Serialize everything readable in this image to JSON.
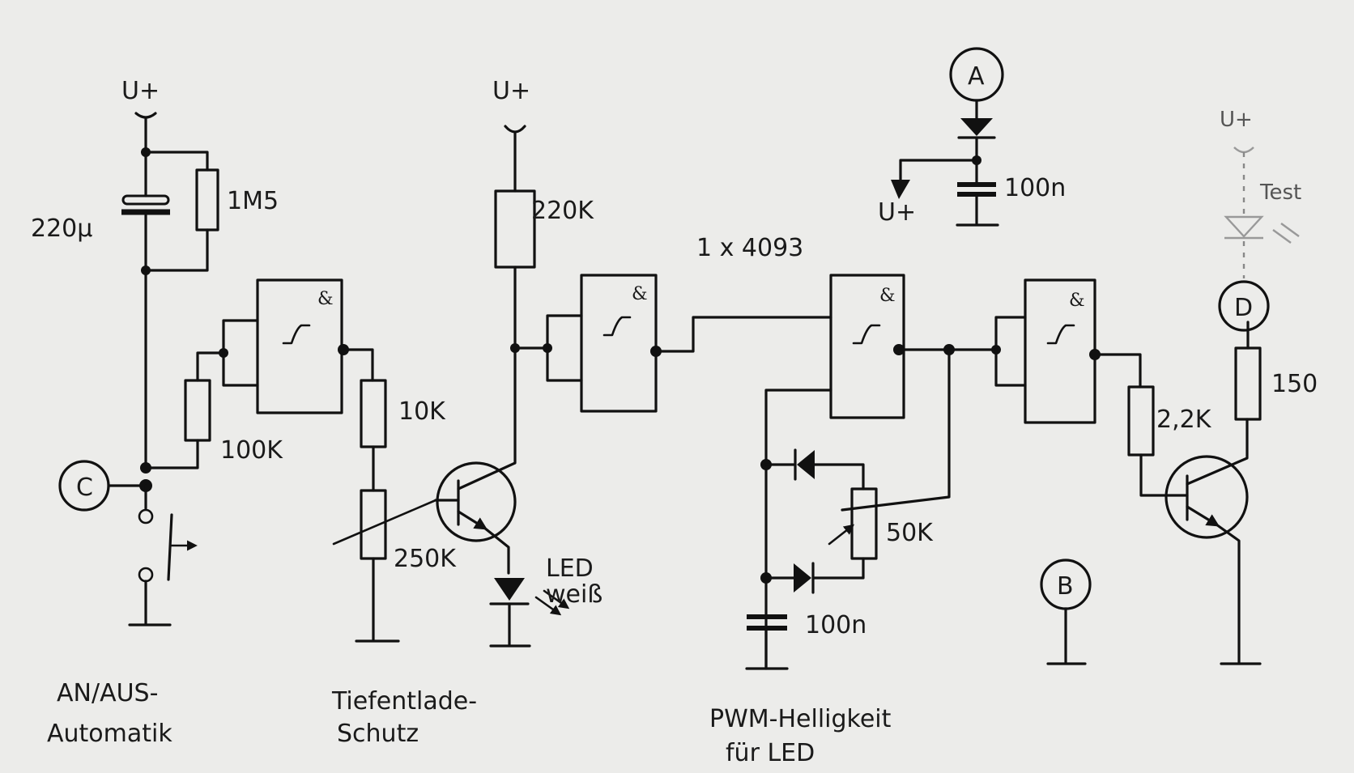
{
  "labels": {
    "supply_1": "U+",
    "supply_2": "U+",
    "supply_3": "U+",
    "supply_4": "U+",
    "cap_220u": "220µ",
    "res_1m5": "1M5",
    "res_100k": "100K",
    "res_10k": "10K",
    "pot_250k": "250K",
    "res_220k": "220K",
    "ic_name": "1 x 4093",
    "cap_100n_top": "100n",
    "res_2k2": "2,2K",
    "res_150": "150",
    "pot_50k": "50K",
    "cap_100n_bottom": "100n",
    "led_white_line1": "LED",
    "led_white_line2": "weiß",
    "test": "Test",
    "gate_symbol": "&"
  },
  "terminals": {
    "A": "A",
    "B": "B",
    "C": "C",
    "D": "D"
  },
  "captions": {
    "on_off_line1": "AN/AUS-",
    "on_off_line2": "Automatik",
    "deep_discharge_line1": "Tiefentlade-",
    "deep_discharge_line2": "Schutz",
    "pwm_line1": "PWM-Helligkeit",
    "pwm_line2": "für LED"
  }
}
